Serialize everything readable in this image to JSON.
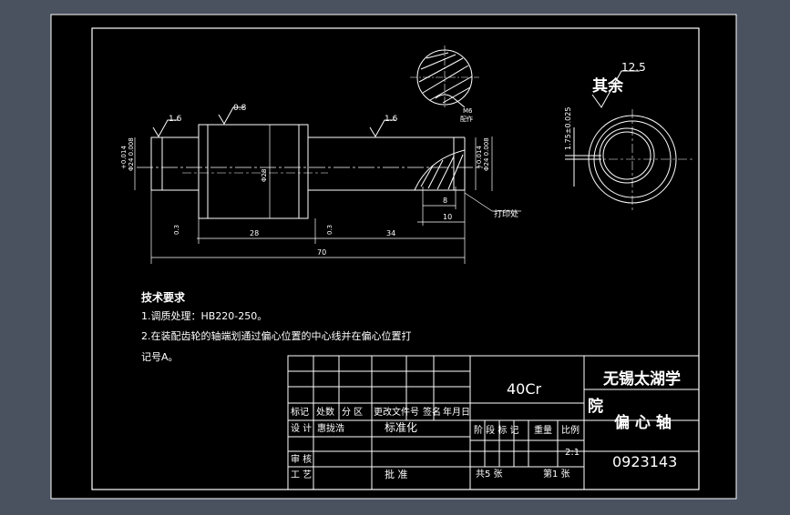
{
  "drawing": {
    "roughness_marks": [
      "1.6",
      "0.8",
      "1.6"
    ],
    "other_roughness_label": "其余",
    "other_roughness_value": "12.5",
    "section_note_line1": "M6",
    "section_note_line2": "配作",
    "dia_left_tol_a": "+0.014",
    "dia_left_tol_b": "Φ24 0.008",
    "dia_center": "Φ28",
    "dia_right_tol_a": "+0.014",
    "dia_right_tol_b": "Φ24 0.008",
    "dim_28": "28",
    "dim_34": "34",
    "dim_70": "70",
    "dim_8": "8",
    "dim_10": "10",
    "chamfer_left": "0.3",
    "chamfer_right": "0.3",
    "hit_seal_label": "打印处",
    "eccentric_label": "1.75±0.025"
  },
  "tech_req": {
    "title": "技术要求",
    "line1": "1.调质处理：HB220-250。",
    "line2": "2.在装配齿轮的轴端划通过偏心位置的中心线并在偏心位置打",
    "line3": "记号A。"
  },
  "title_block": {
    "material": "40Cr",
    "school_line1": "无锡太湖学",
    "school_line2": "院",
    "part_name": "偏 心 轴",
    "drawing_no": "0923143",
    "headers": [
      "标记",
      "处数",
      "分 区",
      "更改文件号",
      "签名",
      "年月日"
    ],
    "design_label": "设 计",
    "designer": "惠拢浩",
    "standard_label": "标准化",
    "stage_label": "阶 段 标 记",
    "weight_label": "重量",
    "scale_label": "比例",
    "scale_value": "2:1",
    "check_label": "审 核",
    "process_label": "工 艺",
    "approve_label": "批 准",
    "sheets_total": "共5 张",
    "sheet_no": "第1 张"
  }
}
